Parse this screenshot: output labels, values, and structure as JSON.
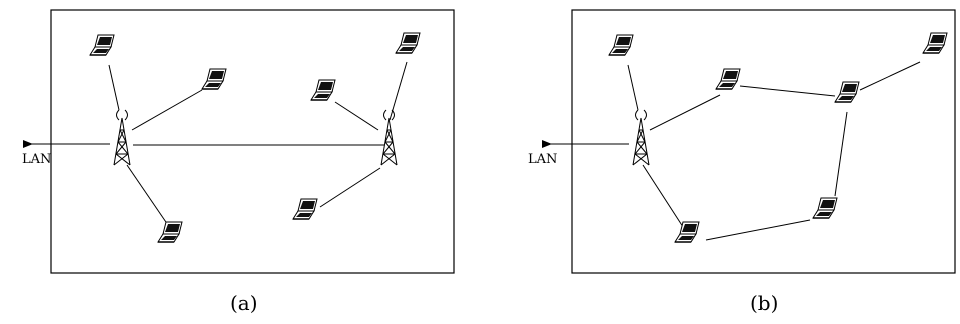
{
  "panels": [
    {
      "caption": "(a)",
      "lan_label": "LAN"
    },
    {
      "caption": "(b)",
      "lan_label": "LAN"
    }
  ],
  "icons": {
    "node": "laptop-icon",
    "access_point": "antenna-tower-icon",
    "uplink": "arrow-left-icon"
  }
}
